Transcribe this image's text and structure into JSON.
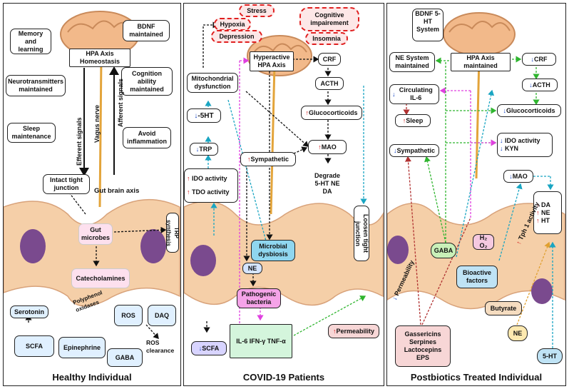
{
  "panel1": {
    "title": "Healthy Individual",
    "memory": "Memory and learning",
    "bdnf": "BDNF maintained",
    "hpa": "HPA Axis Homeostasis",
    "neurotransmitters": "Neurotransmitters maintained",
    "cognition": "Cognition ability maintained",
    "sleep": "Sleep maintenance",
    "inflammation": "Avoid inflammation",
    "efferent": "Efferent signals",
    "afferent": "Afferent signals",
    "vagus": "Vagus nerve",
    "intact": "Intact tight junction",
    "gutbrain": "Gut brain axis",
    "microbes": "Gut microbes",
    "trp": "TRP synthesis",
    "catecholamines": "Catecholamines",
    "serotonin": "Serotonin",
    "polyphenol": "Polyphenol oxidases",
    "ros": "ROS",
    "daq": "DAQ",
    "ros_clearance": "ROS clearance",
    "scfa": "SCFA",
    "epinephrine": "Epinephrine",
    "gaba": "GABA"
  },
  "panel2": {
    "title": "COVID-19 Patients",
    "stress": "Stress",
    "hypoxia": "Hypoxia",
    "depression": "Depression",
    "cognitive": "Cognitive impairement",
    "insomnia": "Insomnia",
    "hyperactive": "Hyperactive HPA Axis",
    "crf": "CRF",
    "acth": "ACTH",
    "glucocorticoids": "Glucocorticoids",
    "mito": "Mitochondrial dysfunction",
    "ht5": "-5HT",
    "trp": "TRP",
    "ido": "IDO activity",
    "tdo": "TDO activity",
    "sympathetic": "Sympathetic",
    "mao": "MAO",
    "degrade": "Degrade 5-HT NE DA",
    "loosen": "Loosen tight junction",
    "dysbiosis": "Microbial dysbiosis",
    "ne": "NE",
    "pathogenic": "Pathogenic bacteria",
    "cytokines": "IL-6 IFN-γ TNF-α",
    "scfa": "SCFA",
    "permeability": "Permeability"
  },
  "panel3": {
    "title": "Postbiotics Treated Individual",
    "legend": "BDNF 5-HT System",
    "ne_system": "NE System maintained",
    "hpa": "HPA Axis maintained",
    "crf": "CRF",
    "acth": "ACTH",
    "glucocorticoids": "Glucocorticoids",
    "il6": "Circulating IL-6",
    "sleep": "Sleep",
    "sympathetic": "Sympathetic",
    "ido": "IDO activity",
    "kyn": "KYN",
    "mao": "MAO",
    "da": "DA",
    "ne2": "NE",
    "ht": "HT",
    "tph": "Tph 1 activity",
    "gaba": "GABA",
    "h2o2": "H₂ O₂",
    "permeability": "Permeability",
    "bioactive": "Bioactive factors",
    "butyrate": "Butyrate",
    "ne": "NE",
    "ht5": "5-HT",
    "postbiotics": "Gassericins Serpines Lactocepins EPS"
  },
  "colors": {
    "up": "#d01010",
    "down": "#1040c0",
    "gut": "#f5cfa8"
  }
}
